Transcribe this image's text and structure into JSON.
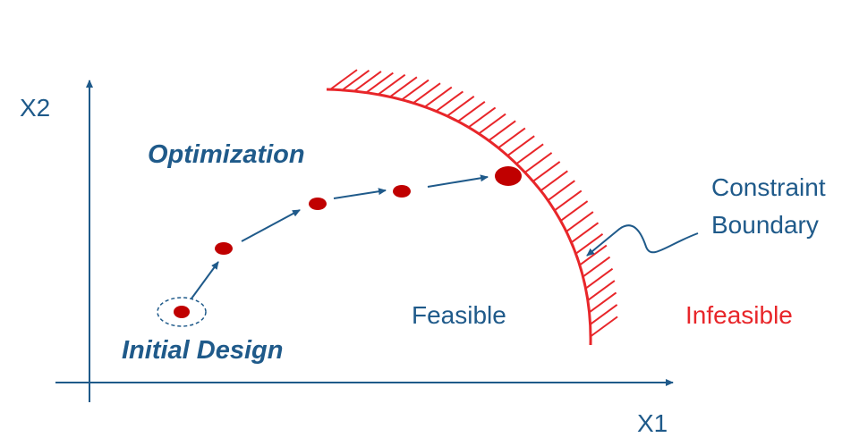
{
  "labels": {
    "x2": "X2",
    "x1": "X1",
    "optimization": "Optimization",
    "initial_design": "Initial Design",
    "feasible": "Feasible",
    "infeasible": "Infeasible",
    "constraint_line1": "Constraint",
    "constraint_line2": "Boundary"
  },
  "colors": {
    "axis": "#1f5a8a",
    "text_blue": "#1f5a8a",
    "boundary": "#e8262a",
    "points": "#c00000"
  }
}
